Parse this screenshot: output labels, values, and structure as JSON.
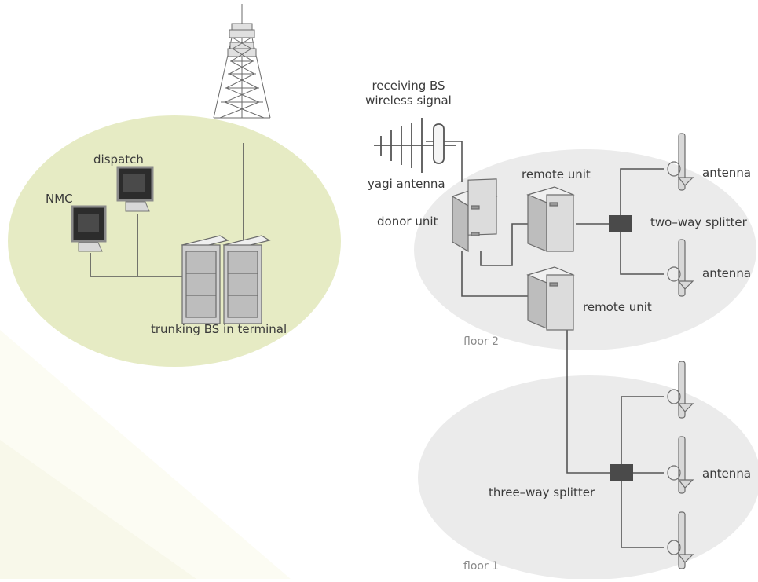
{
  "labels": {
    "nmc": "NMC",
    "dispatch": "dispatch",
    "trunking_bs": "trunking BS in terminal",
    "receiving_line1": "receiving BS",
    "receiving_line2": "wireless signal",
    "yagi_antenna": "yagi antenna",
    "donor_unit": "donor unit",
    "remote_unit_top": "remote unit",
    "remote_unit_bottom": "remote unit",
    "two_way_splitter": "two–way splitter",
    "antenna_top": "antenna",
    "antenna_mid": "antenna",
    "antenna_floor1": "antenna",
    "three_way_splitter": "three–way splitter",
    "floor2": "floor 2",
    "floor1": "floor 1"
  },
  "colors": {
    "terminal_zone": "#e6ebc4",
    "floor_zone": "#ebebeb",
    "background_stripe": "#fbfbf1",
    "line": "#555555",
    "splitter": "#4a4a4a",
    "equipment_fill": "#dedede",
    "equipment_stroke": "#707070"
  }
}
